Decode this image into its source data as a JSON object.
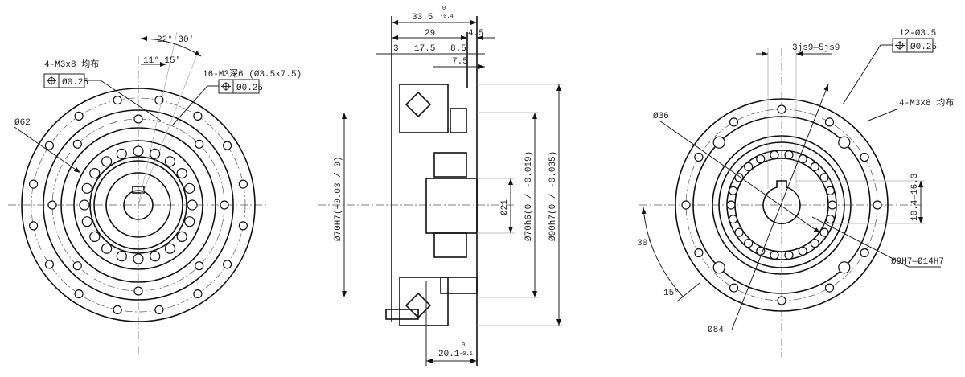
{
  "left_view": {
    "angle_large": "22° 30'",
    "angle_small": "11° 15'",
    "callout_holes_a": "4-M3x8 均布",
    "callout_holes_a_tol": "Ø0.25",
    "callout_holes_b": "16-M3深6 (Ø3.5x7.5)",
    "callout_holes_b_tol": "Ø0.25",
    "dia_62": "Ø62"
  },
  "section_view": {
    "dim_overall": "33.5",
    "dim_overall_tol_upper": "0",
    "dim_overall_tol_lower": "-0.4",
    "dim_29": "29",
    "dim_4_5": "4.5",
    "dim_3": "3",
    "dim_17_5": "17.5",
    "dim_8_5": "8.5",
    "dim_7_5": "7.5",
    "dia_70H7": "Ø70H7(+0.03 / 0)",
    "dia_21": "Ø21",
    "dia_70h6": "Ø70h6(0 / -0.019)",
    "dia_90h7": "Ø90h7(0 / -0.035)",
    "dim_20_1": "20.1",
    "dim_20_1_tol_upper": "0",
    "dim_20_1_tol_lower": "-0.1"
  },
  "right_view": {
    "keyway": "3js9—5js9",
    "callout_holes_c": "12-Ø3.5",
    "callout_holes_c_tol": "Ø0.25",
    "callout_holes_d": "4-M3x8 均布",
    "dia_36": "Ø36",
    "key_height": "10.4—16.3",
    "angle_30": "30°",
    "angle_15": "15°",
    "bore": "Ø9H7—Ø14H7",
    "dia_84": "Ø84"
  },
  "icons": {
    "position_tolerance": "position-symbol"
  }
}
